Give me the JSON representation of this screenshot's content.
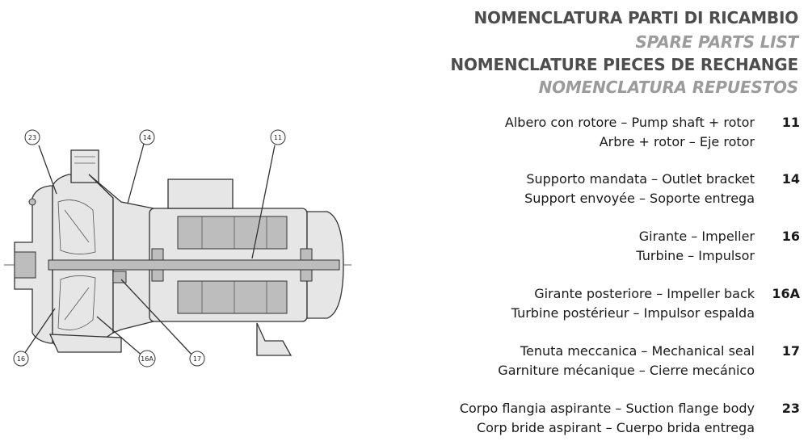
{
  "header": {
    "it": "NOMENCLATURA PARTI DI RICAMBIO",
    "en": "SPARE PARTS LIST",
    "fr": "NOMENCLATURE PIECES DE RECHANGE",
    "es": "NOMENCLATURA REPUESTOS"
  },
  "parts": [
    {
      "line1": "Albero con rotore – Pump shaft + rotor",
      "line2": "Arbre + rotor – Eje rotor",
      "number": "11"
    },
    {
      "line1": "Supporto mandata – Outlet bracket",
      "line2": "Support envoyée – Soporte entrega",
      "number": "14"
    },
    {
      "line1": "Girante – Impeller",
      "line2": "Turbine – Impulsor",
      "number": "16"
    },
    {
      "line1": "Girante posteriore – Impeller back",
      "line2": "Turbine postérieur – Impulsor espalda",
      "number": "16A"
    },
    {
      "line1": "Tenuta meccanica – Mechanical seal",
      "line2": "Garniture mécanique – Cierre mecánico",
      "number": "17"
    },
    {
      "line1": "Corpo flangia aspirante – Suction flange body",
      "line2": "Corp bride aspirant – Cuerpo brida entrega",
      "number": "23"
    }
  ],
  "drawing": {
    "callouts": [
      "23",
      "14",
      "11",
      "16",
      "16A",
      "17"
    ]
  }
}
